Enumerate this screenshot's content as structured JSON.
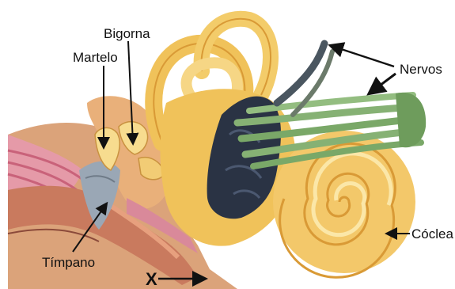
{
  "labels": {
    "bigorna": "Bigorna",
    "martelo": "Martelo",
    "nervos": "Nervos",
    "coclea": "Cóclea",
    "timpano": "Tímpano",
    "x": "X"
  },
  "colors": {
    "canal_outer": "#d9a77c",
    "canal_inner": "#c9826b",
    "skin_pink": "#e58ca0",
    "bone_yellow": "#f0c25a",
    "bone_light": "#f9e3a4",
    "bone_dark": "#d99a36",
    "cochlea": "#f3c86a",
    "vestibule_dark": "#2a3344",
    "nerve_green": "#86b174",
    "eardrum_gray": "#9aa7b5",
    "arrow": "#111111"
  }
}
